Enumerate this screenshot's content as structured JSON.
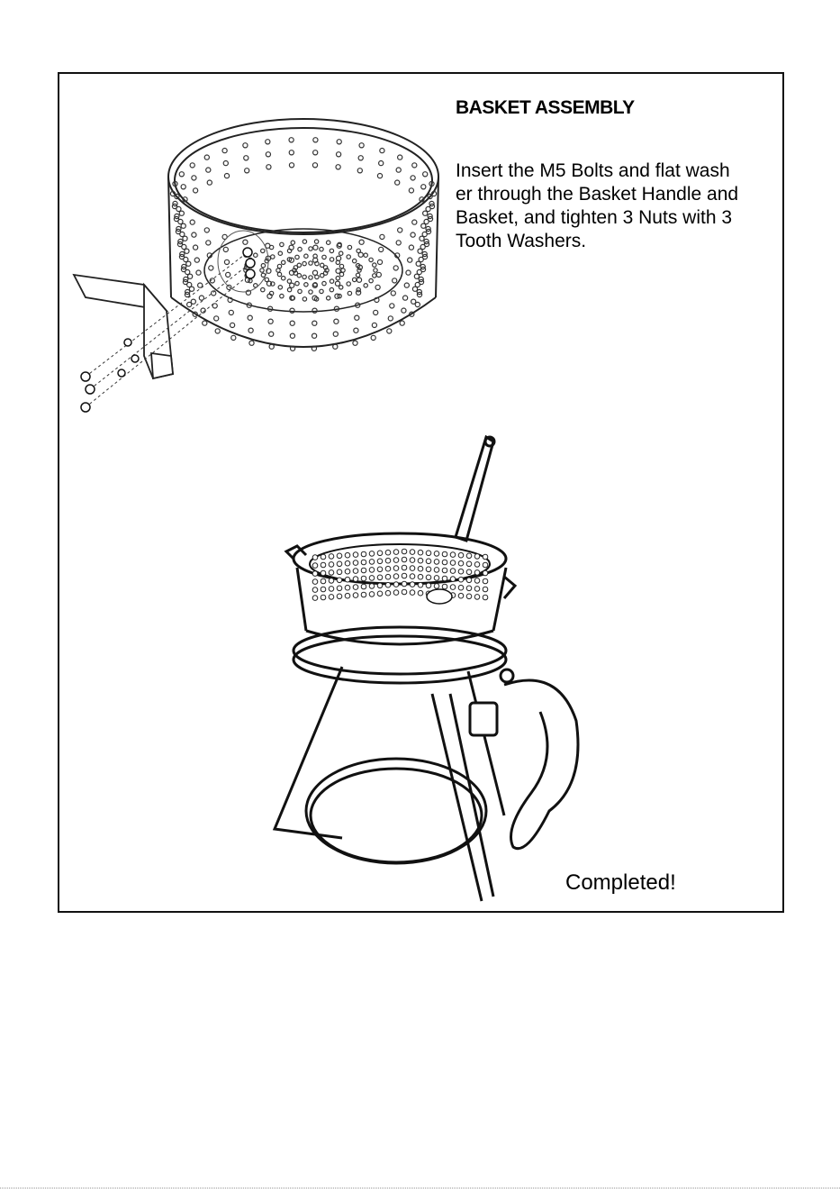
{
  "instruction": {
    "title": "BASKET ASSEMBLY",
    "body_lines": [
      "Insert the M5 Bolts and flat wash",
      "er through the Basket Handle and",
      "Basket, and tighten 3 Nuts with 3",
      "Tooth Washers."
    ]
  },
  "final_caption": "Completed!"
}
